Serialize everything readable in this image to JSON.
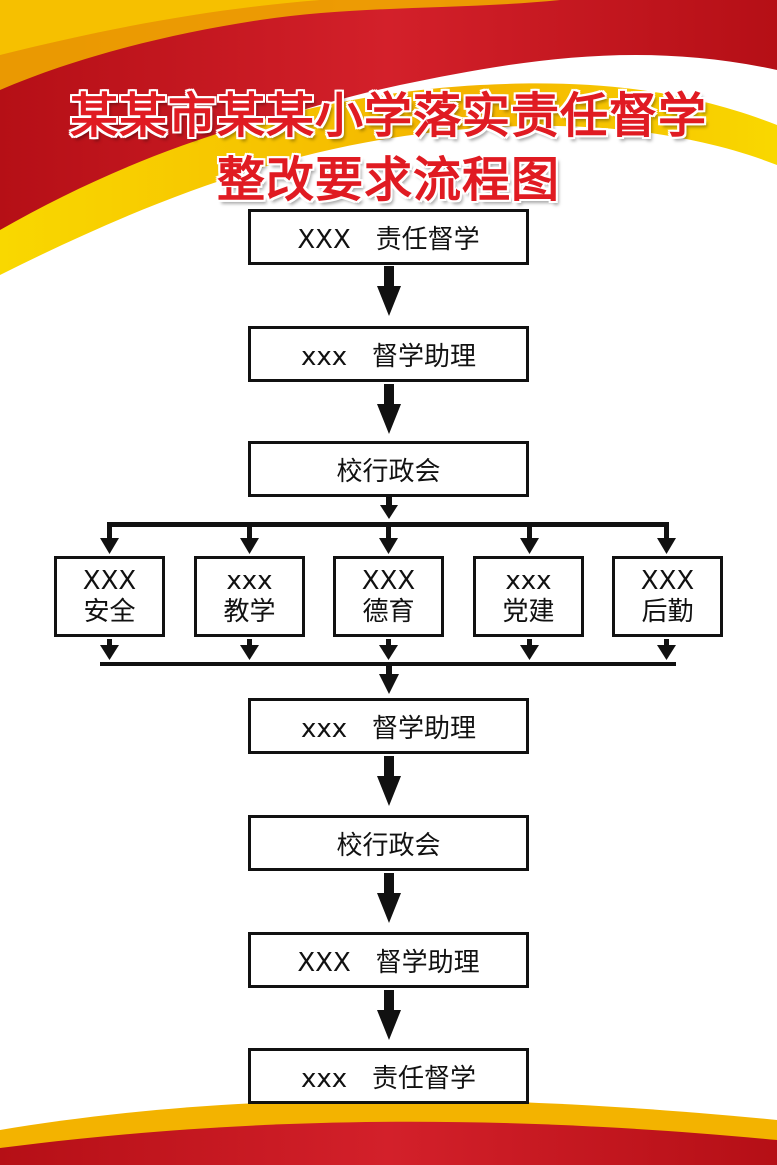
{
  "title": {
    "line1": "某某市某某小学落实责任督学",
    "line2": "整改要求流程图"
  },
  "colors": {
    "title": "#e01b22",
    "wave_red": "#c8161d",
    "wave_yellow": "#f2c800",
    "line": "#111111"
  },
  "flow": {
    "step1": "XXX   责任督学",
    "step2": "xxx   督学助理",
    "step3": "校行政会",
    "branches": [
      {
        "top": "XXX",
        "bottom": "安全"
      },
      {
        "top": "xxx",
        "bottom": "教学"
      },
      {
        "top": "XXX",
        "bottom": "德育"
      },
      {
        "top": "xxx",
        "bottom": "党建"
      },
      {
        "top": "XXX",
        "bottom": "后勤"
      }
    ],
    "step4": "xxx   督学助理",
    "step5": "校行政会",
    "step6": "XXX   督学助理",
    "step7": "xxx   责任督学"
  }
}
